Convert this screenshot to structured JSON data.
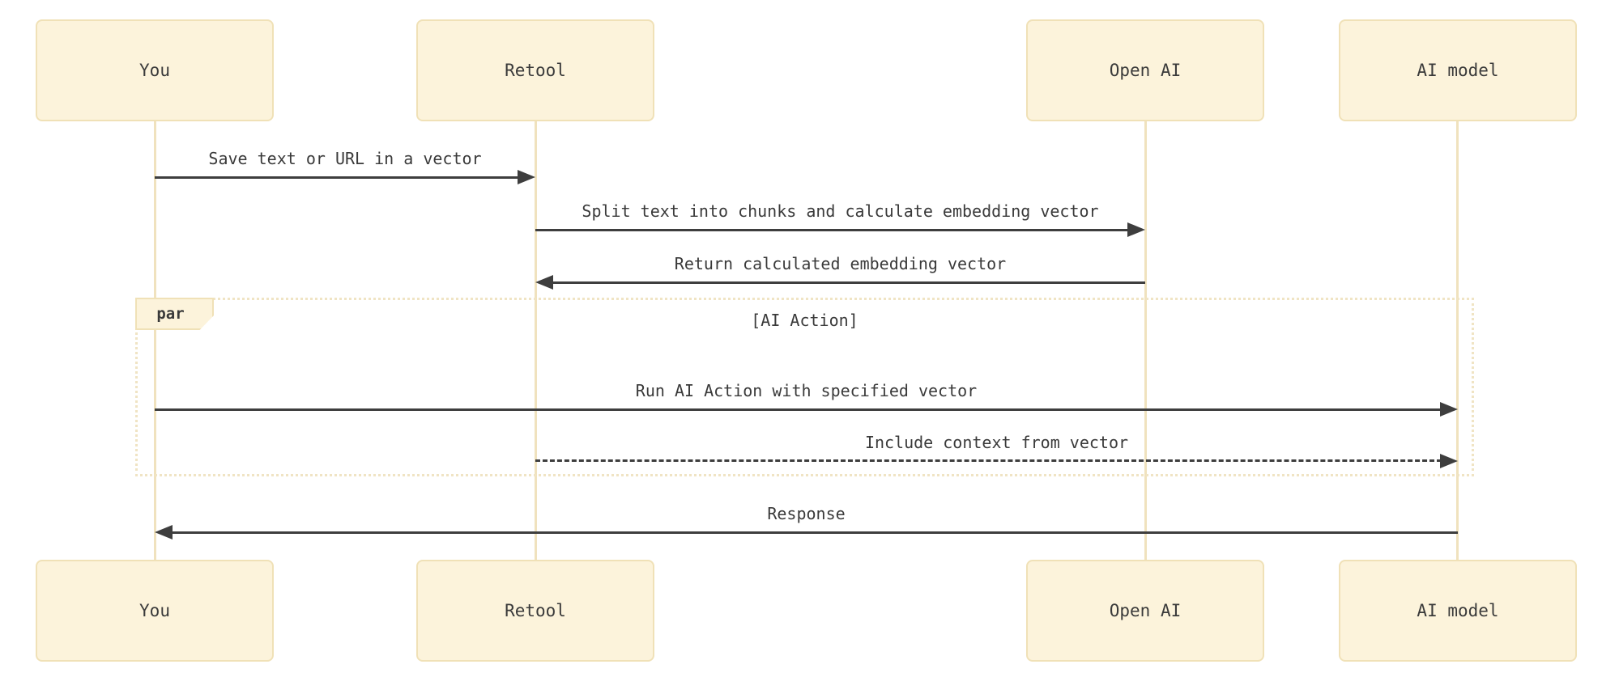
{
  "diagram": {
    "type": "sequence-diagram",
    "actors": [
      {
        "id": "you",
        "name": "You"
      },
      {
        "id": "retool",
        "name": "Retool"
      },
      {
        "id": "openai",
        "name": "Open AI"
      },
      {
        "id": "ai-model",
        "name": "AI model"
      }
    ],
    "messages": [
      {
        "from": "You",
        "to": "Retool",
        "style": "solid",
        "text": "Save text or URL in a vector"
      },
      {
        "from": "Retool",
        "to": "Open AI",
        "style": "solid",
        "text": "Split text into chunks and calculate embedding vector"
      },
      {
        "from": "Open AI",
        "to": "Retool",
        "style": "solid",
        "text": "Return calculated embedding vector"
      },
      {
        "from": "You",
        "to": "AI model",
        "style": "solid",
        "text": "Run AI Action with specified vector"
      },
      {
        "from": "Retool",
        "to": "AI model",
        "style": "dashed",
        "text": "Include context from vector"
      },
      {
        "from": "AI model",
        "to": "You",
        "style": "solid",
        "text": "Response"
      }
    ],
    "par_block": {
      "label": "par",
      "condition": "[AI Action]"
    },
    "colors": {
      "actor_fill": "#FCF3DB",
      "actor_border": "#F0E1B7",
      "lifeline": "#F0E2BE",
      "frame_border": "#F0E4C4",
      "arrow": "#3E3E3E",
      "text": "#3A3A3A",
      "background": "#FFFFFF"
    }
  }
}
